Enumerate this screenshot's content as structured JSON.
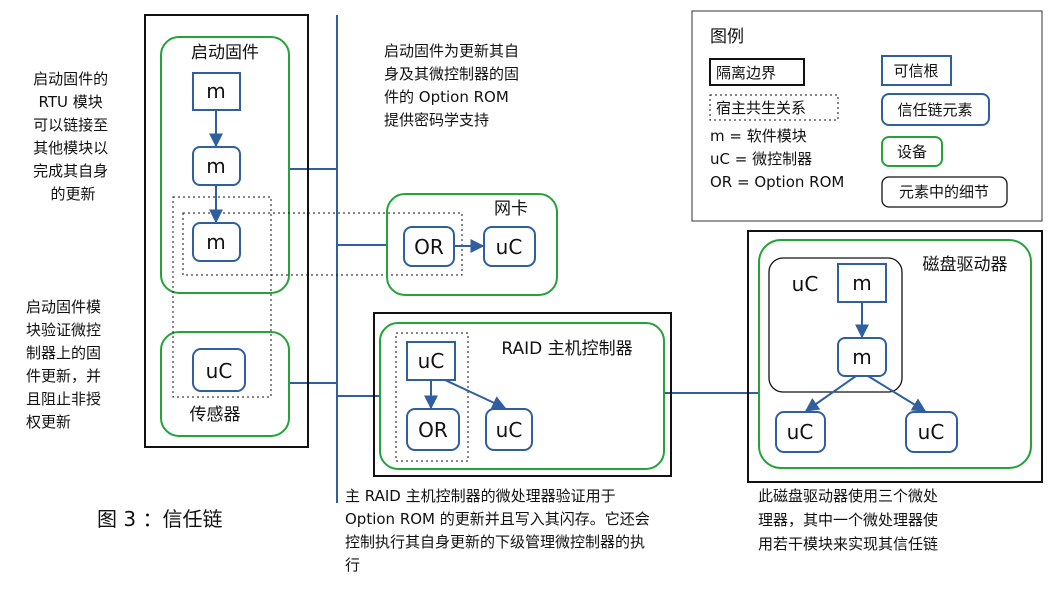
{
  "notes": {
    "left_top": [
      "启动固件的",
      "RTU 模块",
      "可以链接至",
      "其他模块以",
      "完成其自身",
      "的更新"
    ],
    "left_bottom": [
      "启动固件模",
      "块验证微控",
      "制器上的固",
      "件更新，并",
      "且阻止非授",
      "权更新"
    ],
    "center_top": [
      "启动固件为更新其自",
      "身及其微控制器的固",
      "件的  Option ROM",
      "提供密码学支持"
    ],
    "center_bottom": [
      "主  RAID  主机控制器的微处理器验证用于",
      "Option ROM  的更新并且写入其闪存。它还会",
      "控制执行其自身更新的下级管理微控制器的执",
      "行"
    ],
    "right_bottom": [
      "此磁盘驱动器使用三个微处",
      "理器，其中一个微处理器使",
      "用若干模块来实现其信任链"
    ]
  },
  "caption": "图  3 ：信任链",
  "devices": {
    "boot_fw": "启动固件",
    "sensor": "传感器",
    "nic": "网卡",
    "raid": "RAID  主机控制器",
    "disk": "磁盘驱动器"
  },
  "nodes": {
    "m": "m",
    "uc": "uC",
    "or": "OR"
  },
  "legend": {
    "title": "图例",
    "isolation": "隔离边界",
    "cohost": "宿主共生关系",
    "def_m": "m =  软件模块",
    "def_uc": "uC =  微控制器",
    "def_or": "OR = Option ROM",
    "root_of_trust": "可信根",
    "chain_element": "信任链元素",
    "device": "设备",
    "detail": "元素中的细节"
  },
  "colors": {
    "blue": "#2f5f9e",
    "green": "#23a33a",
    "black": "#111111"
  }
}
